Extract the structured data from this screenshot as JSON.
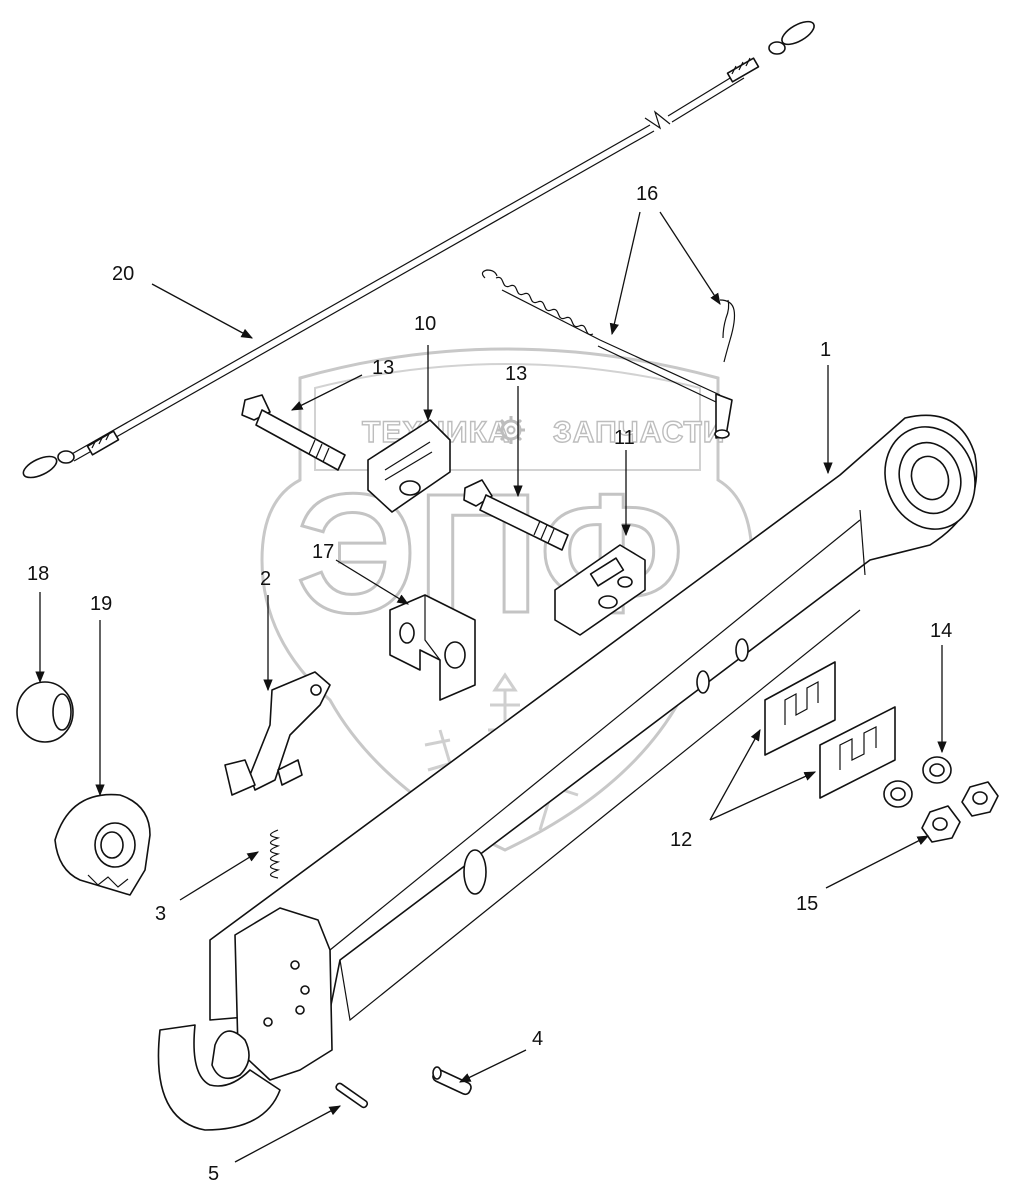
{
  "watermark": {
    "left_text": "ТЕХНИКА",
    "right_text": "ЗАПЧАСТИ",
    "logo_text": "ЭПФ",
    "gear_icon": "gear-icon",
    "color": "#c4c4c4"
  },
  "callouts": [
    {
      "id": "c1",
      "label": "1"
    },
    {
      "id": "c2",
      "label": "2"
    },
    {
      "id": "c3",
      "label": "3"
    },
    {
      "id": "c4",
      "label": "4"
    },
    {
      "id": "c5",
      "label": "5"
    },
    {
      "id": "c10",
      "label": "10"
    },
    {
      "id": "c11",
      "label": "11"
    },
    {
      "id": "c12",
      "label": "12"
    },
    {
      "id": "c13a",
      "label": "13"
    },
    {
      "id": "c13b",
      "label": "13"
    },
    {
      "id": "c14",
      "label": "14"
    },
    {
      "id": "c15",
      "label": "15"
    },
    {
      "id": "c16",
      "label": "16"
    },
    {
      "id": "c17",
      "label": "17"
    },
    {
      "id": "c18",
      "label": "18"
    },
    {
      "id": "c19",
      "label": "19"
    },
    {
      "id": "c20",
      "label": "20"
    }
  ],
  "line_color": "#111111"
}
